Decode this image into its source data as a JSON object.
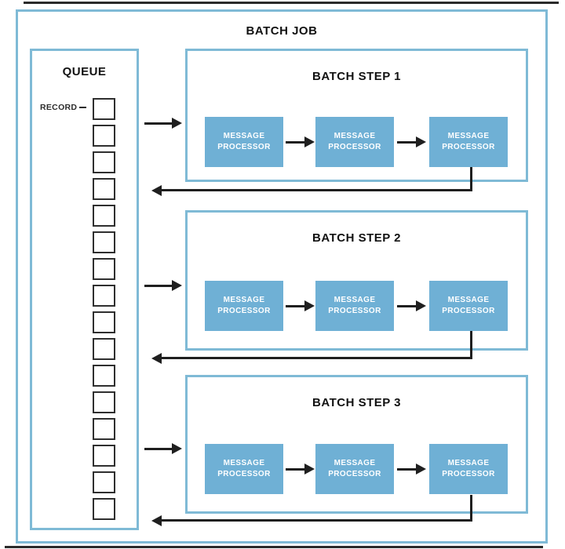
{
  "title": "BATCH JOB",
  "queue": {
    "title": "QUEUE",
    "record_label": "RECORD",
    "record_count": 16
  },
  "steps": [
    {
      "title": "BATCH STEP 1",
      "processors": [
        {
          "line1": "MESSAGE",
          "line2": "PROCESSOR"
        },
        {
          "line1": "MESSAGE",
          "line2": "PROCESSOR"
        },
        {
          "line1": "MESSAGE",
          "line2": "PROCESSOR"
        }
      ]
    },
    {
      "title": "BATCH STEP 2",
      "processors": [
        {
          "line1": "MESSAGE",
          "line2": "PROCESSOR"
        },
        {
          "line1": "MESSAGE",
          "line2": "PROCESSOR"
        },
        {
          "line1": "MESSAGE",
          "line2": "PROCESSOR"
        }
      ]
    },
    {
      "title": "BATCH STEP 3",
      "processors": [
        {
          "line1": "MESSAGE",
          "line2": "PROCESSOR"
        },
        {
          "line1": "MESSAGE",
          "line2": "PROCESSOR"
        },
        {
          "line1": "MESSAGE",
          "line2": "PROCESSOR"
        }
      ]
    }
  ],
  "colors": {
    "border_blue": "#7fbad6",
    "processor_fill": "#6fb0d5",
    "processor_text": "#ffffff",
    "arrow": "#1f1f1f",
    "frame_line": "#2a2a2a"
  }
}
